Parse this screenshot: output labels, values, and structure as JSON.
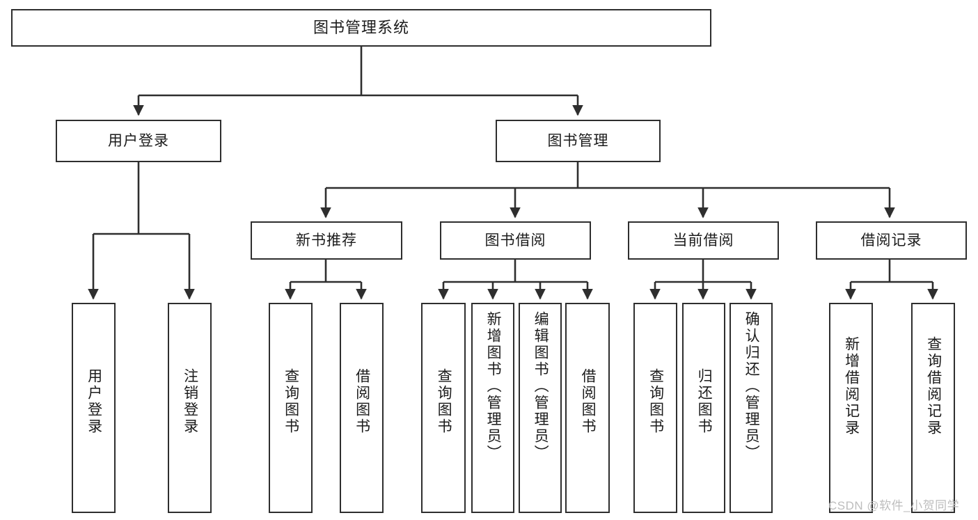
{
  "diagram": {
    "title": "图书管理系统",
    "type": "功能结构图",
    "root": {
      "label": "图书管理系统"
    },
    "level2": [
      {
        "id": "user-login",
        "label": "用户登录"
      },
      {
        "id": "book-management",
        "label": "图书管理"
      }
    ],
    "level3": [
      {
        "id": "new-book-recommend",
        "label": "新书推荐",
        "parent": "book-management"
      },
      {
        "id": "book-borrow",
        "label": "图书借阅",
        "parent": "book-management"
      },
      {
        "id": "current-borrow",
        "label": "当前借阅",
        "parent": "book-management"
      },
      {
        "id": "borrow-record",
        "label": "借阅记录",
        "parent": "book-management"
      }
    ],
    "leaves": [
      {
        "id": "leaf-user-login",
        "label": "用户登录",
        "parent": "user-login"
      },
      {
        "id": "leaf-logout-login",
        "label": "注销登录",
        "parent": "user-login"
      },
      {
        "id": "leaf-query-book-1",
        "label": "查询图书",
        "parent": "new-book-recommend"
      },
      {
        "id": "leaf-borrow-book-1",
        "label": "借阅图书",
        "parent": "new-book-recommend"
      },
      {
        "id": "leaf-query-book-2",
        "label": "查询图书",
        "parent": "book-borrow"
      },
      {
        "id": "leaf-add-book",
        "label": "新增图书（管理员）",
        "parent": "book-borrow"
      },
      {
        "id": "leaf-edit-book",
        "label": "编辑图书（管理员）",
        "parent": "book-borrow"
      },
      {
        "id": "leaf-borrow-book-2",
        "label": "借阅图书",
        "parent": "book-borrow"
      },
      {
        "id": "leaf-query-book-3",
        "label": "查询图书",
        "parent": "current-borrow"
      },
      {
        "id": "leaf-return-book",
        "label": "归还图书",
        "parent": "current-borrow"
      },
      {
        "id": "leaf-confirm-return",
        "label": "确认归还（管理员）",
        "parent": "current-borrow"
      },
      {
        "id": "leaf-add-record",
        "label": "新增借阅记录",
        "parent": "borrow-record"
      },
      {
        "id": "leaf-query-record",
        "label": "查询借阅记录",
        "parent": "borrow-record"
      }
    ]
  },
  "watermark": {
    "text": "CSDN @软件_小贺同学"
  },
  "colors": {
    "stroke": "#2e2e2e",
    "background": "#ffffff",
    "text": "#1b1b1b",
    "watermark": "#bdbdbd"
  }
}
